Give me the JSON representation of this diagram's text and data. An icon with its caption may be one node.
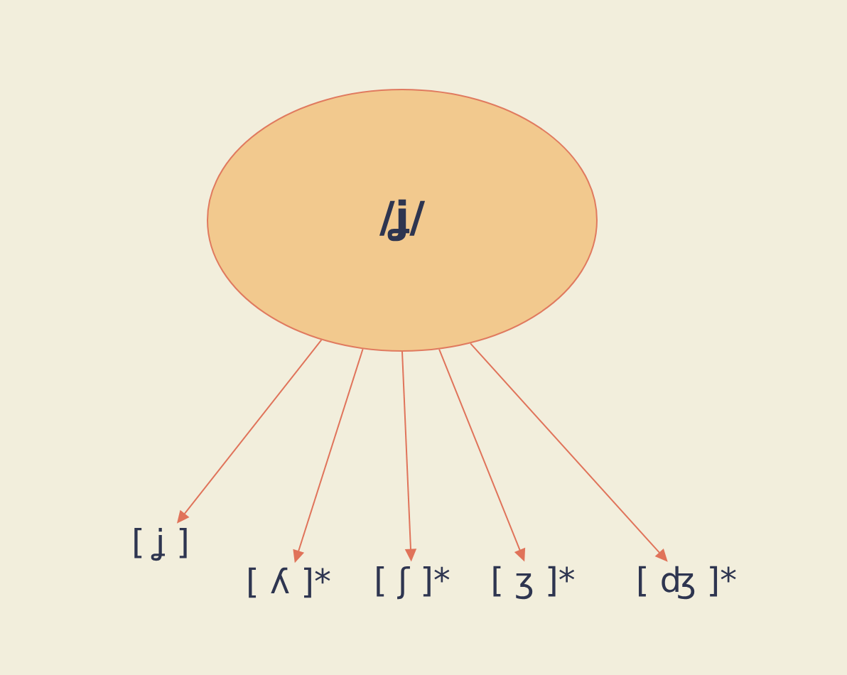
{
  "diagram": {
    "nodes": [
      {
        "text": [
          "/ʝ/"
        ]
      },
      {
        "text": [
          "[ ʝ ]"
        ]
      },
      {
        "text": [
          "[ ʎ ]*"
        ]
      },
      {
        "text": [
          "[ ʃ ]*"
        ]
      },
      {
        "text": [
          "[ ʒ ]*"
        ]
      },
      {
        "text": [
          "[ ʤ ]*"
        ]
      }
    ],
    "edges": [
      {
        "from": 0,
        "to": 1,
        "arrow": "to"
      },
      {
        "from": 0,
        "to": 2,
        "arrow": "to"
      },
      {
        "from": 0,
        "to": 3,
        "arrow": "to"
      },
      {
        "from": 0,
        "to": 4,
        "arrow": "to"
      },
      {
        "from": 0,
        "to": 5,
        "arrow": "to"
      }
    ]
  }
}
